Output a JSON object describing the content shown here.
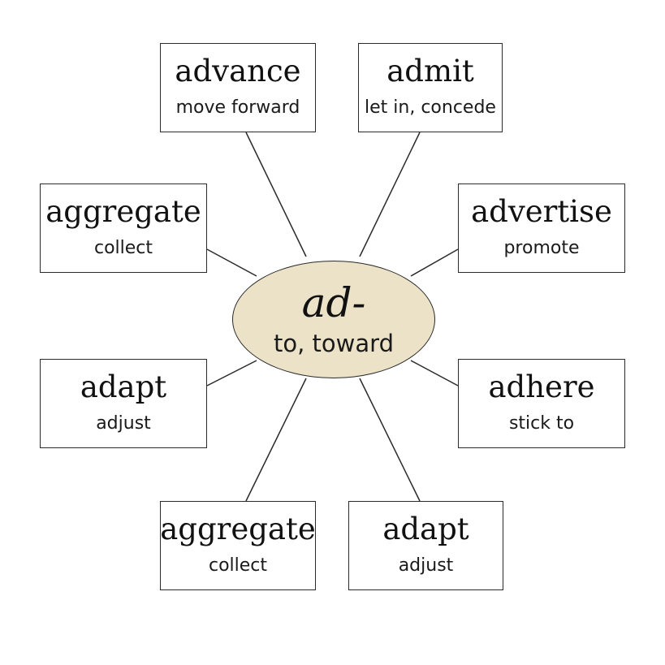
{
  "center": {
    "root": "ad-",
    "meaning": "to, toward",
    "fill_color": "#ebe2c8"
  },
  "words": [
    {
      "word": "advance",
      "meaning": "move forward"
    },
    {
      "word": "admit",
      "meaning": "let in, concede"
    },
    {
      "word": "aggregate",
      "meaning": "collect"
    },
    {
      "word": "advertise",
      "meaning": "promote"
    },
    {
      "word": "adapt",
      "meaning": "adjust"
    },
    {
      "word": "adhere",
      "meaning": "stick to"
    },
    {
      "word": "aggregate",
      "meaning": "collect"
    },
    {
      "word": "adapt",
      "meaning": "adjust"
    }
  ]
}
